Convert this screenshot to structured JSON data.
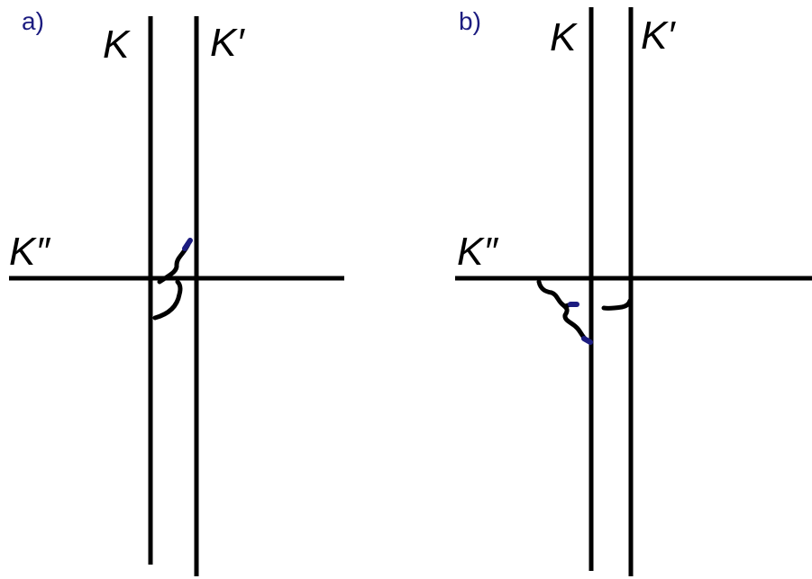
{
  "colors": {
    "panel_label": "#1c1c80",
    "line": "#000000",
    "tip": "#1c1c80"
  },
  "panels": [
    {
      "label": "a)",
      "vertical_1": "K",
      "vertical_2": "K′",
      "horizontal": "K″"
    },
    {
      "label": "b)",
      "vertical_1": "K",
      "vertical_2": "K′",
      "horizontal": "K″"
    }
  ]
}
